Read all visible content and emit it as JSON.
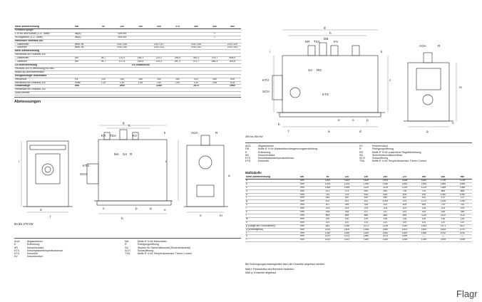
{
  "top_table": {
    "header": [
      "Nenn-Wärmeleistung",
      "kW",
      "90",
      "120",
      "150",
      "200",
      "270",
      "350",
      "440",
      "560"
    ],
    "rows": [
      {
        "cells": [
          "Schalldruckpegel",
          "",
          "",
          "",
          "",
          "",
          "",
          "",
          "",
          ""
        ],
        "section": false
      },
      {
        "cells": [
          "1 m vor dem Kessel (1./2. Stufe)",
          "dB(A)",
          "",
          "<69/<69",
          "",
          "",
          "",
          "",
          "≈",
          ""
        ],
        "section": false
      },
      {
        "cells": [
          "Im Abgasrohr (1./2. Stufe)",
          "dB(A)",
          "",
          "<69/<83",
          "",
          "",
          "",
          "",
          "≈",
          ""
        ],
        "section": false
      },
      {
        "cells": [
          "Passender Vitotrans 300",
          "",
          "",
          "",
          "",
          "",
          "",
          "",
          "",
          ""
        ],
        "section": true
      },
      {
        "cells": [
          "– Gasbetrieb",
          "Best.-Nr.",
          "",
          "Z010 326",
          "",
          "Z010 327",
          "",
          "Z010 328",
          "",
          "Z010 329"
        ],
        "section": false
      },
      {
        "cells": [
          "– Ölbetrieb",
          "Best.-Nr.",
          "",
          "Z010 330",
          "",
          "Z010 331",
          "",
          "Z010 332",
          "",
          "Z010 333"
        ],
        "section": false
      },
      {
        "cells": [
          "Nenn-Wärmeleistung",
          "",
          "",
          "",
          "",
          "",
          "",
          "",
          "",
          ""
        ],
        "section": true
      },
      {
        "cells": [
          "Heizkessel mit Vitotrans 300",
          "",
          "",
          "",
          "",
          "",
          "",
          "",
          "",
          ""
        ],
        "section": false
      },
      {
        "cells": [
          "– Gasbetrieb",
          "kW",
          "96,7",
          "131,4",
          "164,3",
          "219,2",
          "285,6",
          "383,3",
          "475,7",
          "608,9"
        ],
        "section": false
      },
      {
        "cells": [
          "– Ölbetrieb",
          "kW",
          "94,7",
          "127,9",
          "160,8",
          "213,2",
          "287,3",
          "372,7",
          "464,3",
          "593,6"
        ],
        "section": false
      },
      {
        "cells": [
          "CE-Kennzeichnung",
          "",
          "",
          "",
          "CE-0085BS0287",
          "",
          "",
          "",
          "",
          ""
        ],
        "section": true
      },
      {
        "cells": [
          "Vitotrans 300 in Verbindung mit Heiz-",
          "",
          "",
          "",
          "",
          "",
          "",
          "",
          "",
          ""
        ],
        "section": false
      },
      {
        "cells": [
          "kessel als Brennwertkessel",
          "",
          "",
          "",
          "",
          "",
          "",
          "",
          "",
          ""
        ],
        "section": false
      },
      {
        "cells": [
          "Heizgasseitiger Widerstand",
          "",
          "",
          "",
          "",
          "",
          "",
          "",
          "",
          ""
        ],
        "section": true
      },
      {
        "cells": [
          "Heizkessel",
          "Pa",
          "125",
          "145",
          "185",
          "260",
          "280",
          "410",
          "385",
          "505"
        ],
        "section": false
      },
      {
        "cells": [
          "Heizkessel mit Vitotrans 300",
          "mbar",
          "1,25",
          "1,45",
          "1,85",
          "2,60",
          "2,80",
          "4,10",
          "3,85",
          "5,05"
        ],
        "section": false
      },
      {
        "cells": [
          "Gesamtlänge",
          "mm",
          "",
          "1990",
          "",
          "2280",
          "",
          "2570",
          "",
          "2960"
        ],
        "section": true
      },
      {
        "cells": [
          "Heizkessel mit Vitotrans 300",
          "",
          "",
          "",
          "",
          "",
          "",
          "",
          "",
          ""
        ],
        "section": false
      },
      {
        "cells": [
          "ohne Brenner",
          "",
          "",
          "",
          "",
          "",
          "",
          "",
          "",
          ""
        ],
        "section": false
      }
    ]
  },
  "abmessungen_heading": "Abmessungen",
  "left_drawing": {
    "caption": "90 bis 270 kW",
    "labels": [
      "g",
      "h",
      "k",
      "KR",
      "TSA",
      "KV",
      "KTÜ",
      "MA",
      "SA",
      "R",
      "SCH",
      "AGA",
      "R",
      "i",
      "c",
      "a",
      "b",
      "f",
      "d",
      "e",
      "o",
      "p",
      "q",
      "n",
      "m"
    ]
  },
  "left_legend": {
    "col1": [
      [
        "AGA",
        "Abgasstutzen"
      ],
      [
        "E",
        "Entleerung"
      ],
      [
        "KR",
        "Kesselrücklauf"
      ],
      [
        "KTS",
        "Kesselwassertemperatursensor"
      ],
      [
        "KTÜ",
        "Kesseltür"
      ],
      [
        "KV",
        "Kesselvorlauf"
      ]
    ],
    "col2": [
      [
        "MA",
        "Muffe R ½ für Manometer"
      ],
      [
        "R",
        "Reinigungsöffnung"
      ],
      [
        "SA",
        "Stutzen für Sicherheitsventil (Sicherheitsventil)"
      ],
      [
        "SCH",
        "Schauöffnung"
      ],
      [
        "TSA",
        "Muffe R ½ für Temperatursensor Therm-Control"
      ]
    ]
  },
  "right_drawing": {
    "caption": "350 bis 560 kW",
    "labels": [
      "g",
      "h",
      "k",
      "KR",
      "TSA",
      "DB",
      "KV",
      "KTÜ",
      "SA",
      "RG",
      "SCH",
      "KTS",
      "AGA",
      "R",
      "i",
      "c",
      "a",
      "b",
      "f",
      "d",
      "e",
      "o",
      "p",
      "q",
      "n",
      "m",
      "l"
    ]
  },
  "right_legend": {
    "col1": [
      [
        "AGA",
        "Abgasstutzen"
      ],
      [
        "DB",
        "Muffe R ½ für Maximaldruckbegrenzungseinrichtung"
      ],
      [
        "E",
        "Entleerung"
      ],
      [
        "KR",
        "Kesselrücklauf"
      ],
      [
        "KTS",
        "Kesselwassertemperatursensor"
      ],
      [
        "KTÜ",
        "Kesseltür"
      ]
    ],
    "col2": [
      [
        "KV",
        "Kesselvorlauf"
      ],
      [
        "R",
        "Reinigungsöffnung"
      ],
      [
        "RG",
        "Muffe R ½ für zusätzliche Regeleinrichtung"
      ],
      [
        "SA",
        "Sicherheitsventilanschluss"
      ],
      [
        "SCH",
        "Schauöffnung"
      ],
      [
        "TSA",
        "Muffe R ½ für Temperatursensor Therm-Control"
      ]
    ]
  },
  "masstabelle": {
    "heading": "Maßtabelle",
    "header": [
      "Nenn-Wärmeleistung",
      "kW",
      "90",
      "120",
      "150",
      "200",
      "270",
      "350",
      "440",
      "560"
    ],
    "rows": [
      [
        "a",
        "mm",
        "1463",
        "1463",
        "1525",
        "1525",
        "1638",
        "1690",
        "1795",
        "1795"
      ],
      [
        "b",
        "mm",
        "1315",
        "1315",
        "1350",
        "1350",
        "1450",
        "1465",
        "1585",
        "1585"
      ],
      [
        "c",
        "mm",
        "1065",
        "1065",
        "1115",
        "1115",
        "1225",
        "1225",
        "1385",
        "1385"
      ],
      [
        "d",
        "mm",
        "573",
        "573",
        "650",
        "650",
        "736",
        "720",
        "865",
        "865"
      ],
      [
        "e",
        "mm",
        "753",
        "753",
        "825",
        "825",
        "905",
        "905",
        "1040",
        "1040"
      ],
      [
        "f",
        "mm",
        "440",
        "440",
        "440",
        "440",
        "420",
        "420",
        "470",
        "470"
      ],
      [
        "g",
        "mm",
        "622",
        "622",
        "611",
        "1009",
        "579",
        "1170",
        "1146",
        "1250"
      ],
      [
        "h",
        "mm",
        "307",
        "395",
        "334",
        "423",
        "409",
        "469",
        "710",
        "783"
      ],
      [
        "i",
        "mm",
        "203",
        "203",
        "203",
        "203",
        "203",
        "224",
        "224",
        "224"
      ],
      [
        "k",
        "mm",
        "165",
        "165",
        "157",
        "157",
        "153",
        "153",
        "166",
        "166"
      ],
      [
        "l",
        "mm",
        "865",
        "865",
        "865",
        "865",
        "865",
        "1110",
        "1110",
        "1110"
      ],
      [
        "m",
        "mm",
        "200",
        "200",
        "199",
        "196",
        "138",
        "135",
        "135",
        "135"
      ],
      [
        "o",
        "mm",
        "110",
        "110",
        "110",
        "110",
        "110",
        "110",
        "110",
        "110"
      ],
      [
        "p (Länge der Fußschienen)",
        "mm",
        "882",
        "1065",
        "1071",
        "1295",
        "1349",
        "1484",
        "1471",
        "1617"
      ],
      [
        "q (Einbringmaß)",
        "mm",
        "1193",
        "1400",
        "1385",
        "1580",
        "1600",
        "1800",
        "1828",
        "1970"
      ],
      [
        "r",
        "mm",
        "1350",
        "1450",
        "1445",
        "1640",
        "1690",
        "1865",
        "2010",
        "2150"
      ],
      [
        "s",
        "mm",
        "1579",
        "1875",
        "1880",
        "2075",
        "2095",
        "—",
        "—",
        "—"
      ],
      [
        "t",
        "mm",
        "1143",
        "1143",
        "1180",
        "1180",
        "1255",
        "1265",
        "1455",
        "1455"
      ]
    ],
    "footnote": "Bei Einbringungsschwierigkeiten kann die Kesseltür abgebaut werden.",
    "notes": [
      "Maß f:  Einbauhöhe des Brenners beachten.",
      "Maß q:  Kesseltür abgebaut."
    ]
  },
  "watermark": "Flagr"
}
